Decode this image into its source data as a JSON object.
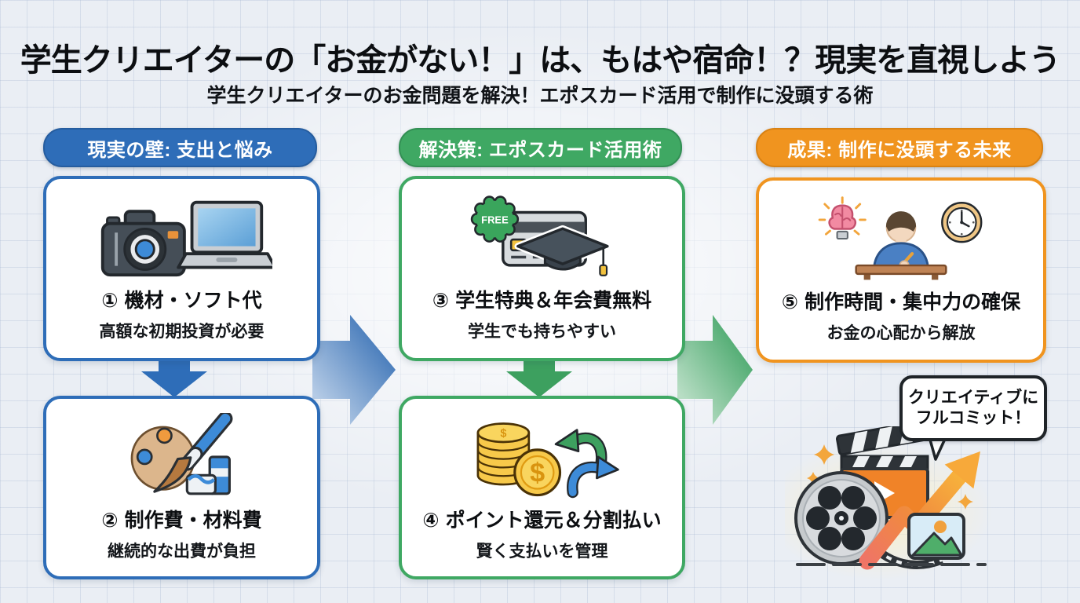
{
  "page": {
    "title": "学生クリエイターの「お金がない！」は、もはや宿命！？現実を直視しよう",
    "subtitle": "学生クリエイターのお金問題を解決！エポスカード活用で制作に没頭する術"
  },
  "columns": [
    {
      "header": "現実の壁: 支出と悩み",
      "color": "#2e6db8",
      "boxes": [
        {
          "number": "①",
          "title": "機材・ソフト代",
          "subtitle": "高額な初期投資が必要",
          "icons": [
            "camera-icon",
            "laptop-icon"
          ]
        },
        {
          "number": "②",
          "title": "制作費・材料費",
          "subtitle": "継続的な出費が負担",
          "icons": [
            "palette-icon",
            "paintbrush-icon",
            "paint-jars-icon"
          ]
        }
      ]
    },
    {
      "header": "解決策: エポスカード活用術",
      "color": "#3fa863",
      "boxes": [
        {
          "number": "③",
          "title": "学生特典＆年会費無料",
          "subtitle": "学生でも持ちやすい",
          "badge": "FREE",
          "icons": [
            "free-badge-icon",
            "credit-card-icon",
            "graduation-cap-icon"
          ]
        },
        {
          "number": "④",
          "title": "ポイント還元＆分割払い",
          "subtitle": "賢く支払いを管理",
          "icons": [
            "coins-icon",
            "swap-arrows-icon"
          ]
        }
      ]
    },
    {
      "header": "成果: 制作に没頭する未来",
      "color": "#f0941f",
      "boxes": [
        {
          "number": "⑤",
          "title": "制作時間・集中力の確保",
          "subtitle": "お金の心配から解放",
          "icons": [
            "idea-brain-icon",
            "person-working-icon",
            "clock-icon"
          ]
        }
      ]
    }
  ],
  "speech_bubble": {
    "lines": [
      "クリエイティブに",
      "フルコミット！"
    ]
  },
  "montage_icons": [
    "film-reel-icon",
    "clapperboard-icon",
    "growth-arrow-icon",
    "photo-icon",
    "sparkle-icon"
  ],
  "flow_arrows": [
    "blue-down-arrow",
    "green-down-arrow",
    "blue-right-arrow",
    "green-right-arrow"
  ],
  "colors": {
    "blue": "#2e6db8",
    "green": "#3fa863",
    "orange": "#f0941f",
    "background": "#eaeef4"
  }
}
